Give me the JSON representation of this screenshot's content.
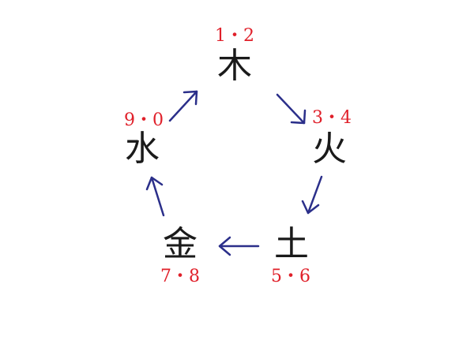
{
  "colors": {
    "character": "#1a1a1a",
    "number": "#e0202a",
    "arrow": "#2b2f8a"
  },
  "elements": {
    "wood": {
      "char": "木",
      "numbers": "1・2"
    },
    "fire": {
      "char": "火",
      "numbers": "3・4"
    },
    "earth": {
      "char": "土",
      "numbers": "5・6"
    },
    "metal": {
      "char": "金",
      "numbers": "7・8"
    },
    "water": {
      "char": "水",
      "numbers": "9・0"
    }
  }
}
